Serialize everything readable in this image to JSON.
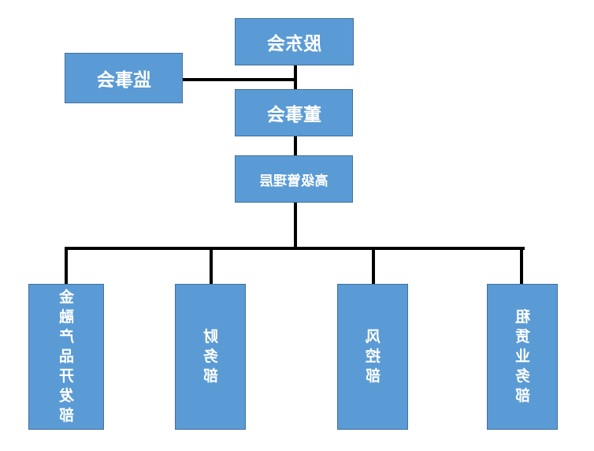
{
  "chart": {
    "type": "org-chart",
    "rendering": "horizontally-mirrored",
    "nodes": {
      "shareholders": {
        "label": "股东会"
      },
      "supervisory_board": {
        "label": "监事会"
      },
      "board_of_directors": {
        "label": "董事会"
      },
      "senior_management": {
        "label": "高级管理层"
      }
    },
    "departments": [
      {
        "label": "金融产品开发部"
      },
      {
        "label": "财务部"
      },
      {
        "label": "风控部"
      },
      {
        "label": "租赁业务部"
      }
    ],
    "colors": {
      "node_fill": "#5B9BD5",
      "node_border": "#41719C",
      "connector": "#000000",
      "text": "#FFFFFF",
      "background": "#FFFFFF"
    }
  }
}
